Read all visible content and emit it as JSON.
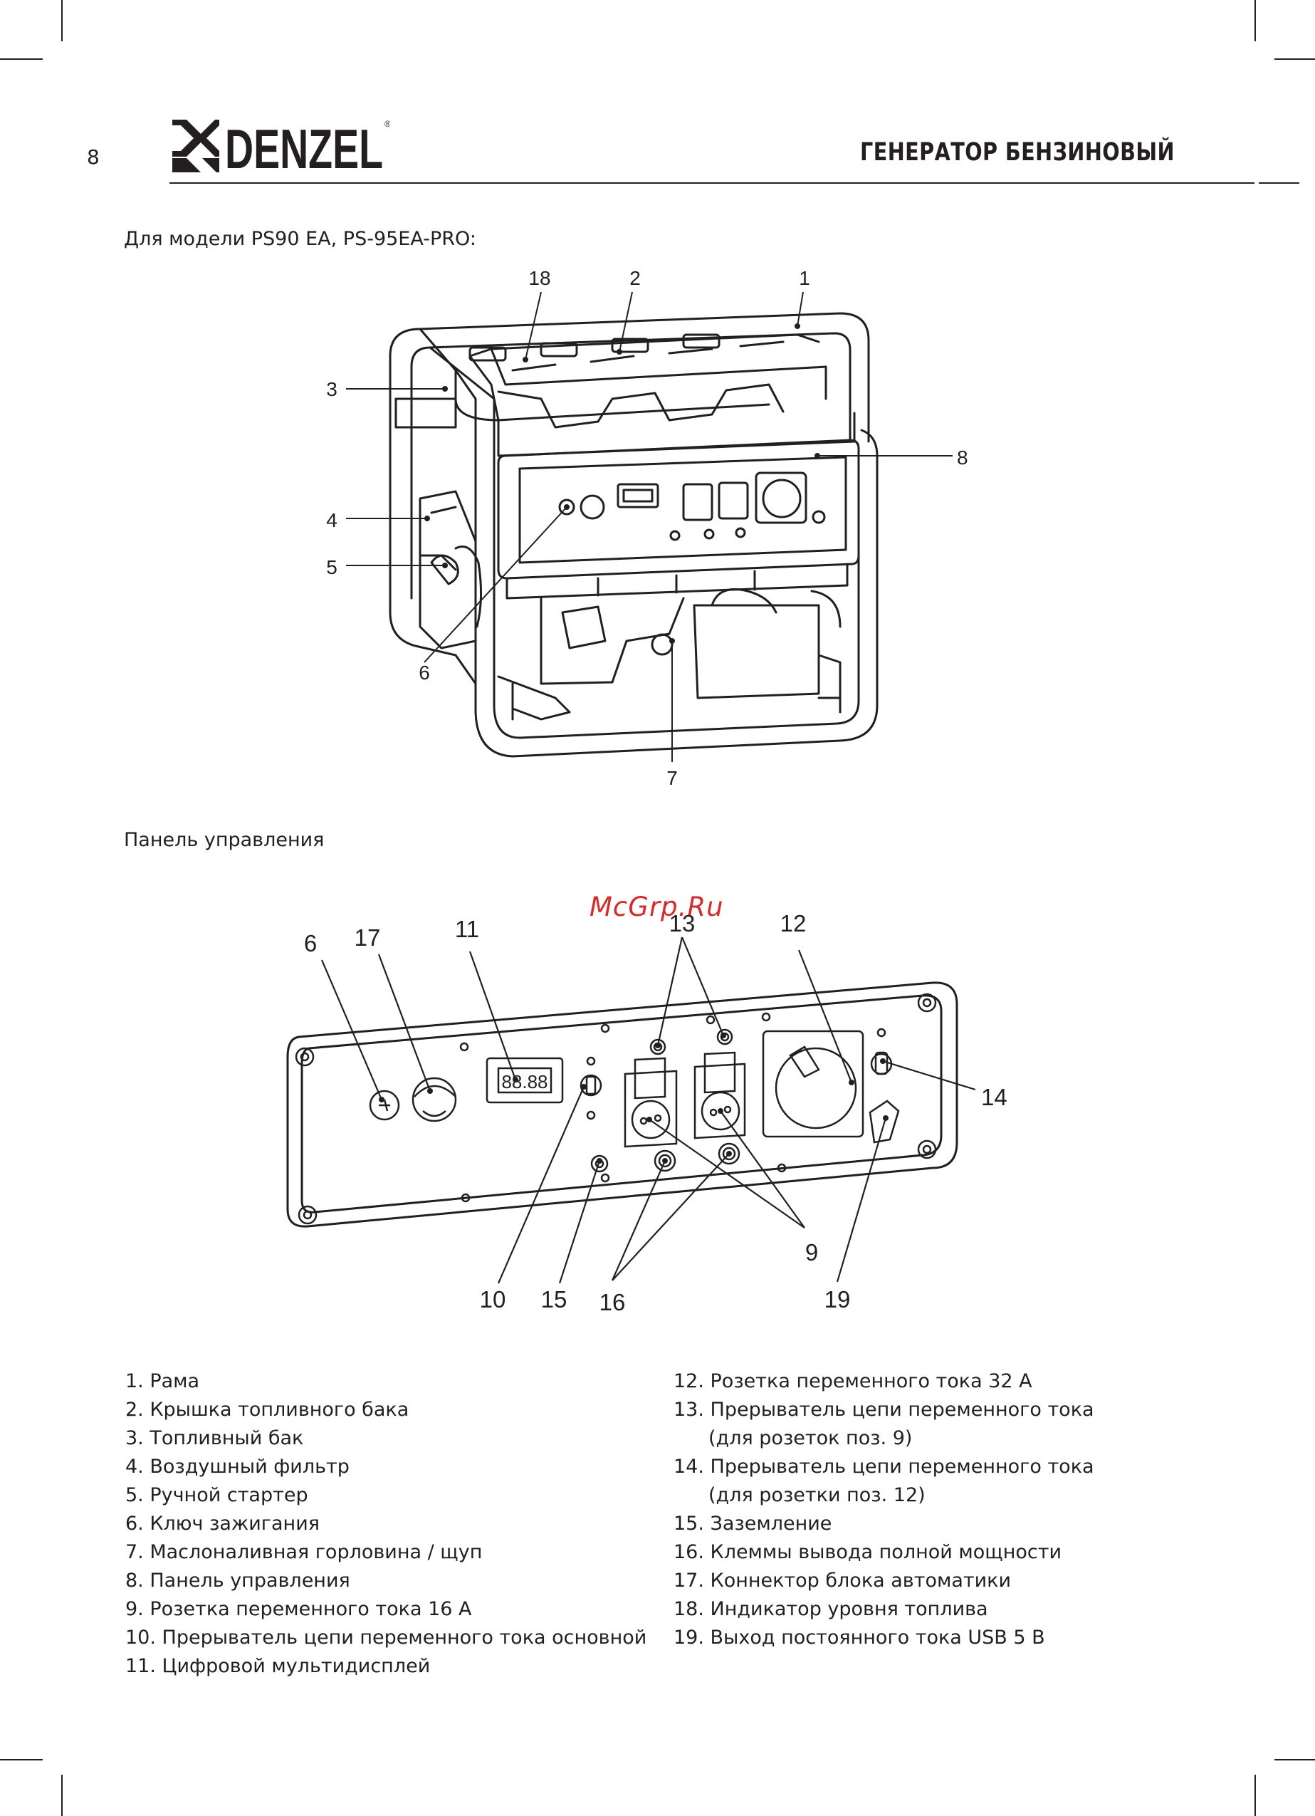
{
  "header": {
    "page_number": "8",
    "brand": "DENZEL",
    "title": "ГЕНЕРАТОР БЕНЗИНОВЫЙ"
  },
  "captions": {
    "model": "Для модели PS90 EA, PS-95EA-PRO:",
    "panel": "Панель управления"
  },
  "watermark": "McGrp.Ru",
  "figure1_callouts": [
    "18",
    "2",
    "1",
    "3",
    "8",
    "4",
    "5",
    "6",
    "7"
  ],
  "figure2_callouts": [
    "6",
    "17",
    "11",
    "13",
    "12",
    "14",
    "10",
    "15",
    "16",
    "9",
    "19"
  ],
  "display_readout": "88.88",
  "legend_left": [
    "1.  Рама",
    "2.  Крышка топливного бака",
    "3.  Топливный бак",
    "4.  Воздушный фильтр",
    "5.  Ручной стартер",
    "6.  Ключ зажигания",
    "7.  Маслоналивная горловина / щуп",
    "8.  Панель управления",
    "9.  Розетка переменного тока 16 А",
    "10.  Прерыватель цепи переменного тока основной",
    "11.  Цифровой мультидисплей"
  ],
  "legend_right": [
    "12.  Розетка переменного тока 32 А",
    "13.  Прерыватель цепи переменного тока",
    "(для розеток поз. 9)",
    "14.  Прерыватель цепи переменного тока",
    "(для розетки поз. 12)",
    "15.  Заземление",
    "16.  Клеммы вывода полной мощности",
    "17.  Коннектор блока автоматики",
    "18.  Индикатор уровня топлива",
    "19.  Выход постоянного тока USB 5 В"
  ]
}
